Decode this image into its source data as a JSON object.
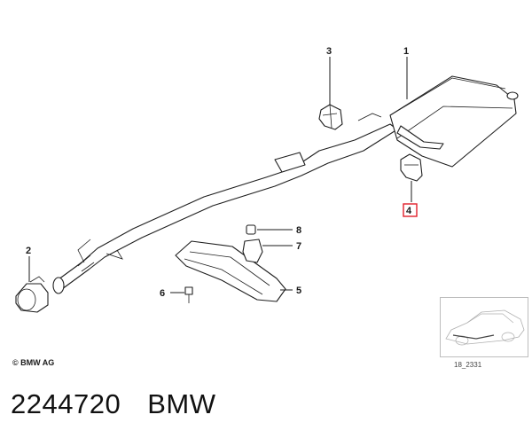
{
  "callouts": [
    {
      "id": "1",
      "label": "1"
    },
    {
      "id": "2",
      "label": "2"
    },
    {
      "id": "3",
      "label": "3"
    },
    {
      "id": "4",
      "label": "4"
    },
    {
      "id": "5",
      "label": "5"
    },
    {
      "id": "6",
      "label": "6"
    },
    {
      "id": "7",
      "label": "7"
    },
    {
      "id": "8",
      "label": "8"
    }
  ],
  "highlight": {
    "callout": "4",
    "color": "#e0202a"
  },
  "copyright": "© BMW AG",
  "inset_code": "18_2331",
  "footer": {
    "part_number": "2244720",
    "brand": "BMW"
  }
}
